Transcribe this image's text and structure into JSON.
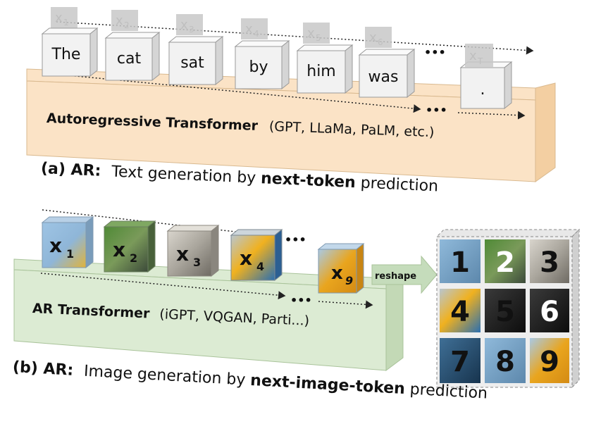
{
  "panel_a": {
    "tokens": [
      {
        "word": "The",
        "sub": "1"
      },
      {
        "word": "cat",
        "sub": "2"
      },
      {
        "word": "sat",
        "sub": "3"
      },
      {
        "word": "by",
        "sub": "4"
      },
      {
        "word": "him",
        "sub": "5"
      },
      {
        "word": "was",
        "sub": "6"
      },
      {
        "word": ".",
        "sub": "T"
      }
    ],
    "var_letter": "x",
    "ellipsis": "•••",
    "model_name": "Autoregressive Transformer",
    "model_examples": "(GPT, LLaMa, PaLM, etc.)",
    "caption_prefix": "(a) AR:",
    "caption_pre": "Text generation by ",
    "caption_bold": "next-token",
    "caption_post": " prediction"
  },
  "panel_b": {
    "tokens": [
      {
        "sub": "1"
      },
      {
        "sub": "2"
      },
      {
        "sub": "3"
      },
      {
        "sub": "4"
      },
      {
        "sub": "9"
      }
    ],
    "var_letter": "x",
    "ellipsis": "•••",
    "reshape_label": "reshape",
    "grid_numbers": [
      "1",
      "2",
      "3",
      "4",
      "5",
      "6",
      "7",
      "8",
      "9"
    ],
    "model_name": "AR Transformer",
    "model_examples": "(iGPT, VQGAN, Parti...)",
    "caption_prefix": "(b) AR:",
    "caption_pre": "Image generation by ",
    "caption_bold": "next-image-token",
    "caption_post": " prediction"
  },
  "colors": {
    "platform_a": "#fbe3c6",
    "platform_a_side": "#f3cfa2",
    "platform_b": "#dcebd3",
    "platform_b_side": "#c3d9b6",
    "token_face": "#f2f2f2",
    "tag": "#c8c8c8",
    "arrow": "#222222",
    "reshape_arrow": "#c5dcbb"
  }
}
